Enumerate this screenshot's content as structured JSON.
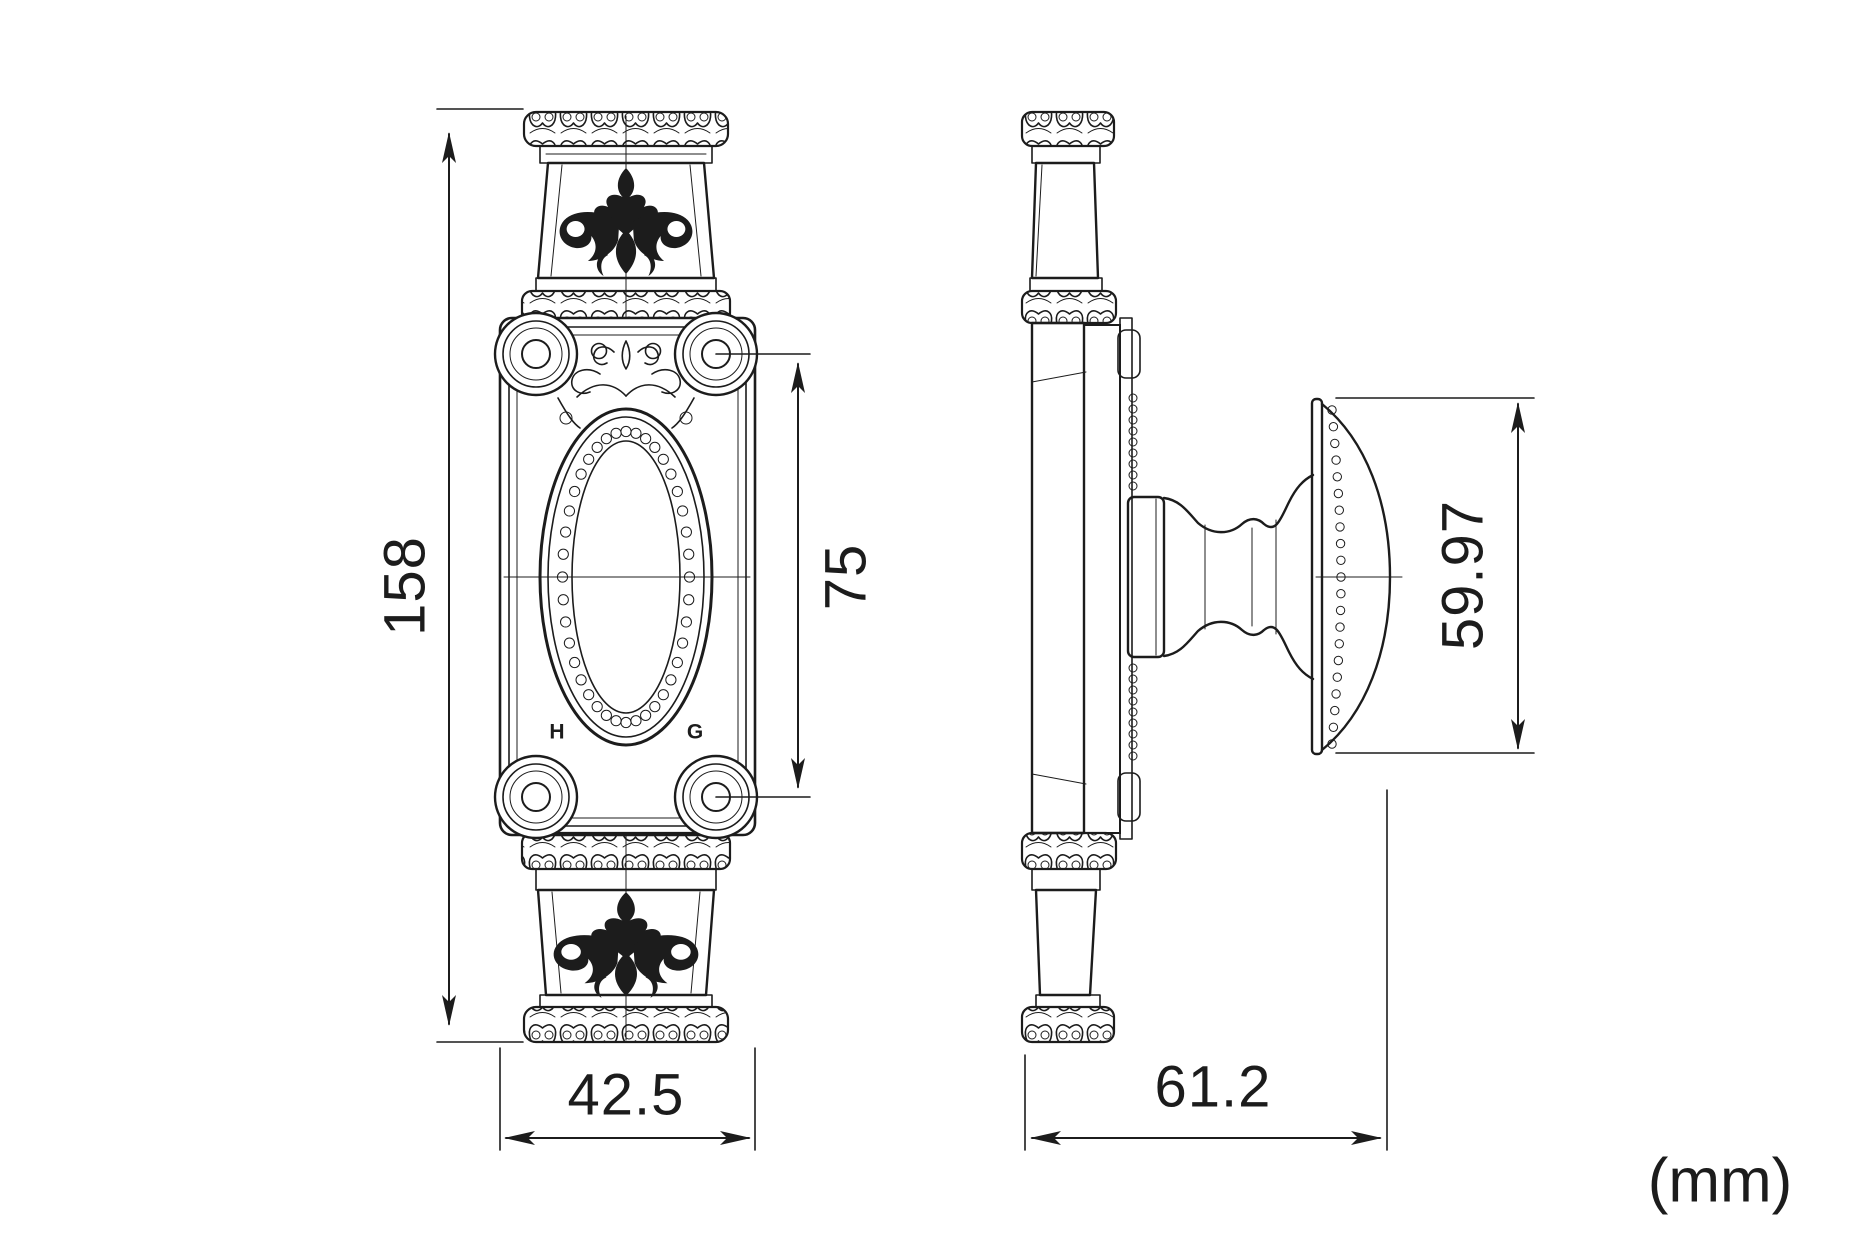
{
  "unit_label": "(mm)",
  "dimensions": {
    "front_height": "158",
    "front_width": "42.5",
    "hole_spacing": "75",
    "side_depth": "61.2",
    "knob_diameter": "59.97"
  },
  "engraving": {
    "left": "H",
    "right": "G"
  },
  "colors": {
    "line": "#1c1c1c",
    "background": "#ffffff"
  }
}
